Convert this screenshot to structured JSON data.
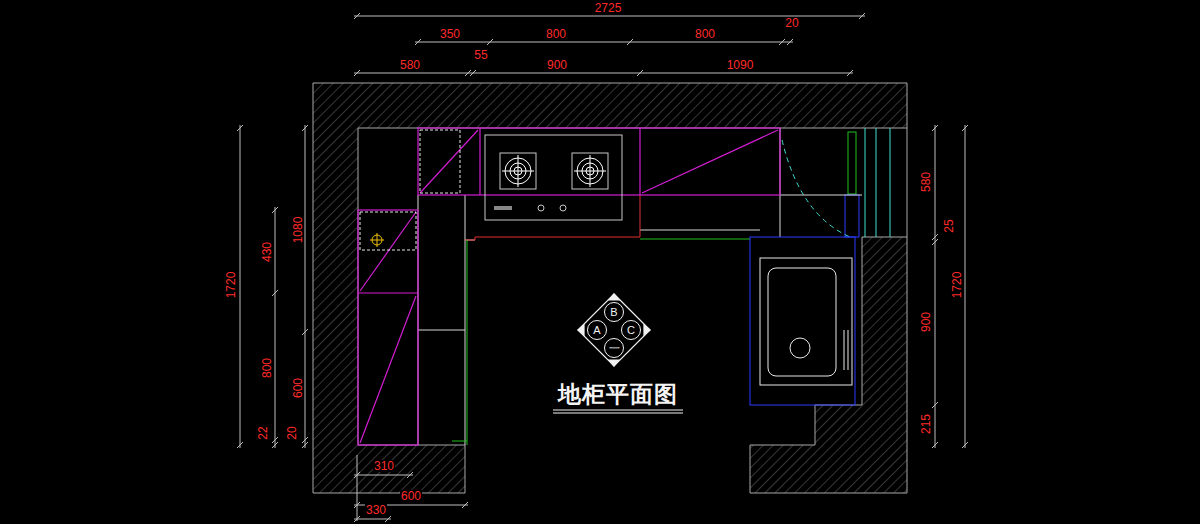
{
  "diagram": {
    "title": "地柜平面图",
    "nodes": [
      {
        "text": [
          "B"
        ]
      },
      {
        "text": [
          "A"
        ]
      },
      {
        "text": [
          "C"
        ]
      },
      {
        "text": [
          "一"
        ]
      }
    ],
    "labels": [
      "2725",
      "350",
      "800",
      "800",
      "20",
      "55",
      "580",
      "900",
      "1090",
      "1720",
      "1080",
      "430",
      "800",
      "600",
      "22",
      "20",
      "580",
      "25",
      "1720",
      "900",
      "215",
      "310",
      "600",
      "330"
    ]
  }
}
